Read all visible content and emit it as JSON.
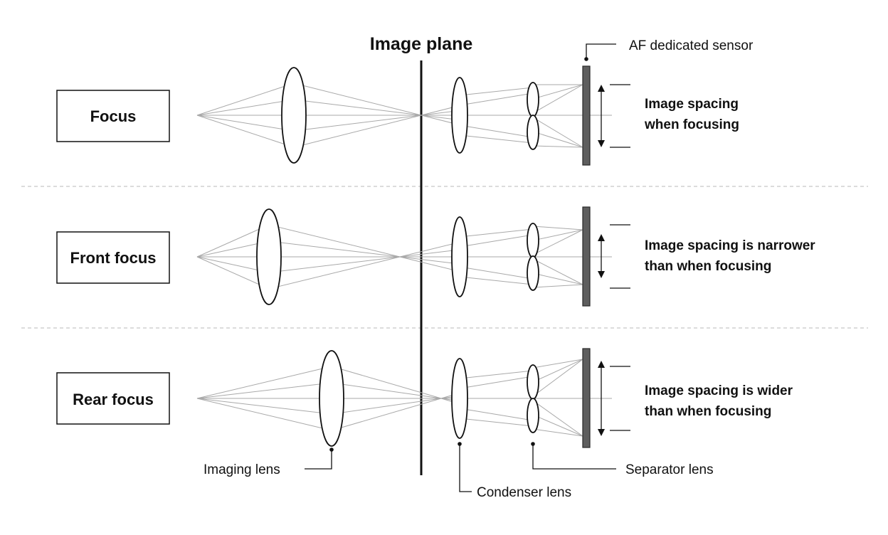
{
  "title": "Image plane",
  "callouts": {
    "af_sensor": "AF dedicated sensor",
    "imaging_lens": "Imaging lens",
    "condenser_lens": "Condenser lens",
    "separator_lens": "Separator lens"
  },
  "rows": [
    {
      "state": "Focus",
      "description": [
        "Image spacing",
        "when focusing"
      ]
    },
    {
      "state": "Front focus",
      "description": [
        "Image spacing is narrower",
        "than when focusing"
      ]
    },
    {
      "state": "Rear focus",
      "description": [
        "Image spacing is wider",
        "than when focusing"
      ]
    }
  ],
  "colors": {
    "ray": "#a9a9a9",
    "sensor": "#5e5e5e",
    "line": "#111111"
  }
}
